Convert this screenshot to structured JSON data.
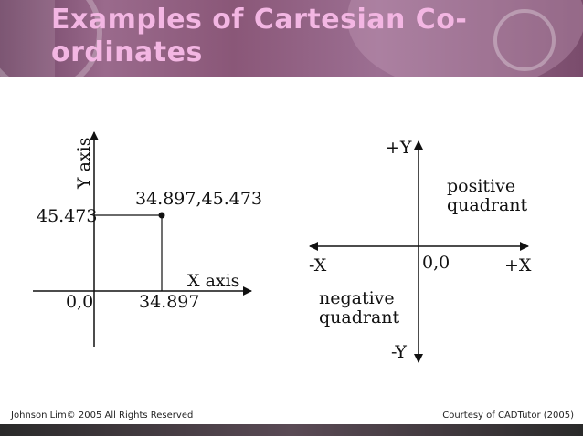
{
  "slide": {
    "title": "Examples of Cartesian Co-ordinates",
    "footer_left": "Johnson Lim© 2005 All Rights Reserved",
    "footer_right": "Courtesy of CADTutor (2005)"
  },
  "left_diagram": {
    "y_axis_label": "Y axis",
    "x_axis_label": "X axis",
    "y_value": "45.473",
    "x_value": "34.897",
    "origin": "0,0",
    "point_label": "34.897,45.473"
  },
  "right_diagram": {
    "plus_y": "+Y",
    "minus_y": "-Y",
    "plus_x": "+X",
    "minus_x": "-X",
    "origin": "0,0",
    "positive_line1": "positive",
    "positive_line2": "quadrant",
    "negative_line1": "negative",
    "negative_line2": "quadrant"
  }
}
